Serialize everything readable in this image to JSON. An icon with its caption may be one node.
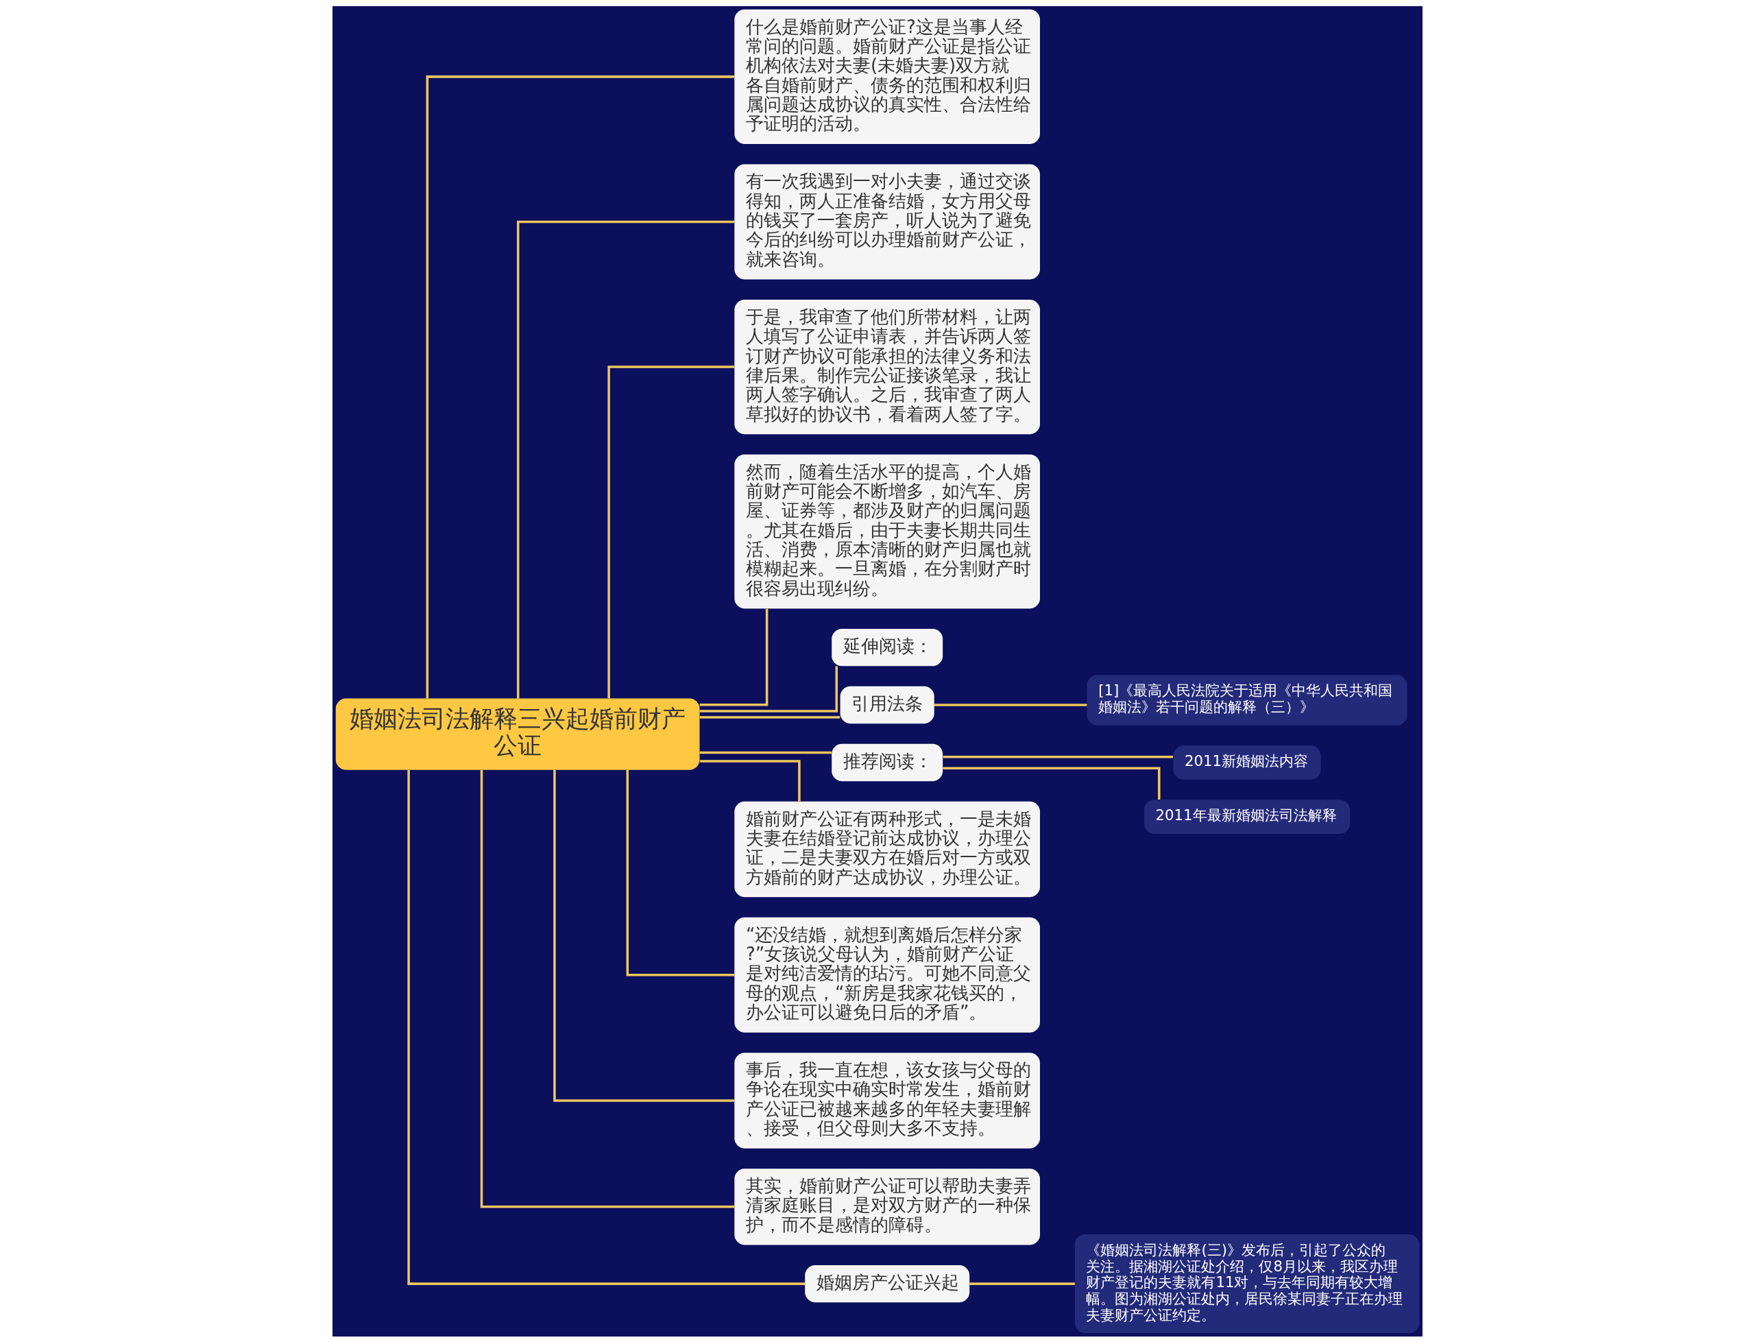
{
  "diagram": {
    "nodes": [
      {
        "text": [
          "婚姻法司法解释三兴起婚前财产公证"
        ]
      },
      {
        "text": [
          "什么是婚前财产公证?这是当事人经常问的问题。婚前财产公证是指公证机构依法对夫妻(未婚夫妻)双方就各自婚前财产、债务的范围和权利归属问题达成协议的真实性、合法性给予证明的活动。"
        ]
      },
      {
        "text": [
          "有一次我遇到一对小夫妻，通过交谈得知，两人正准备结婚，女方用父母的钱买了一套房产，听人说为了避免今后的纠纷可以办理婚前财产公证，就来咨询。"
        ]
      },
      {
        "text": [
          "于是，我审查了他们所带材料，让两人填写了公证申请表，并告诉两人签订财产协议可能承担的法律义务和法律后果。制作完公证接谈笔录，我让两人签字确认。之后，我审查了两人草拟好的协议书，看着两人签了字。"
        ]
      },
      {
        "text": [
          "然而，随着生活水平的提高，个人婚前财产可能会不断增多，如汽车、房屋、证券等，都涉及财产的归属问题。尤其在婚后，由于夫妻长期共同生活、消费，原本清晰的财产归属也就模糊起来。一旦离婚，在分割财产时很容易出现纠纷。"
        ]
      },
      {
        "text": [
          "延伸阅读："
        ]
      },
      {
        "text": [
          "引用法条"
        ]
      },
      {
        "text": [
          "[1]《最高人民法院关于适用《中华人民共和国婚姻法》若干问题的解释（三）》"
        ]
      },
      {
        "text": [
          "推荐阅读："
        ]
      },
      {
        "text": [
          "2011新婚姻法内容"
        ]
      },
      {
        "text": [
          "2011年最新婚姻法司法解释"
        ]
      },
      {
        "text": [
          "婚前财产公证有两种形式，一是未婚夫妻在结婚登记前达成协议，办理公证，二是夫妻双方在婚后对一方或双方婚前的财产达成协议，办理公证。"
        ]
      },
      {
        "text": [
          "“还没结婚，就想到离婚后怎样分家?”女孩说父母认为，婚前财产公证是对纯洁爱情的玷污。可她不同意父母的观点，“新房是我家花钱买的，办公证可以避免日后的矛盾”。"
        ]
      },
      {
        "text": [
          "事后，我一直在想，该女孩与父母的争论在现实中确实时常发生，婚前财产公证已被越来越多的年轻夫妻理解、接受，但父母则大多不支持。"
        ]
      },
      {
        "text": [
          "其实，婚前财产公证可以帮助夫妻弄清家庭账目，是对双方财产的一种保护，而不是感情的障碍。"
        ]
      },
      {
        "text": [
          "婚姻房产公证兴起"
        ]
      },
      {
        "text": [
          "《婚姻法司法解释(三)》发布后，引起了公众的关注。据湘湖公证处介绍，仅8月以来，我区办理财产登记的夫妻就有11对，与去年同期有较大增幅。图为湘湖公证处内，居民徐某同妻子正在办理夫妻财产公证约定。"
        ]
      }
    ],
    "edges": [
      {
        "from": 0,
        "to": 1,
        "arrow": "none"
      },
      {
        "from": 0,
        "to": 2,
        "arrow": "none"
      },
      {
        "from": 0,
        "to": 3,
        "arrow": "none"
      },
      {
        "from": 0,
        "to": 4,
        "arrow": "none"
      },
      {
        "from": 0,
        "to": 5,
        "arrow": "none"
      },
      {
        "from": 0,
        "to": 6,
        "arrow": "none"
      },
      {
        "from": 6,
        "to": 7,
        "arrow": "none"
      },
      {
        "from": 0,
        "to": 8,
        "arrow": "none"
      },
      {
        "from": 8,
        "to": 9,
        "arrow": "none"
      },
      {
        "from": 8,
        "to": 10,
        "arrow": "none"
      },
      {
        "from": 0,
        "to": 11,
        "arrow": "none"
      },
      {
        "from": 0,
        "to": 12,
        "arrow": "none"
      },
      {
        "from": 0,
        "to": 13,
        "arrow": "none"
      },
      {
        "from": 0,
        "to": 14,
        "arrow": "none"
      },
      {
        "from": 0,
        "to": 15,
        "arrow": "none"
      },
      {
        "from": 15,
        "to": 16,
        "arrow": "none"
      }
    ]
  }
}
